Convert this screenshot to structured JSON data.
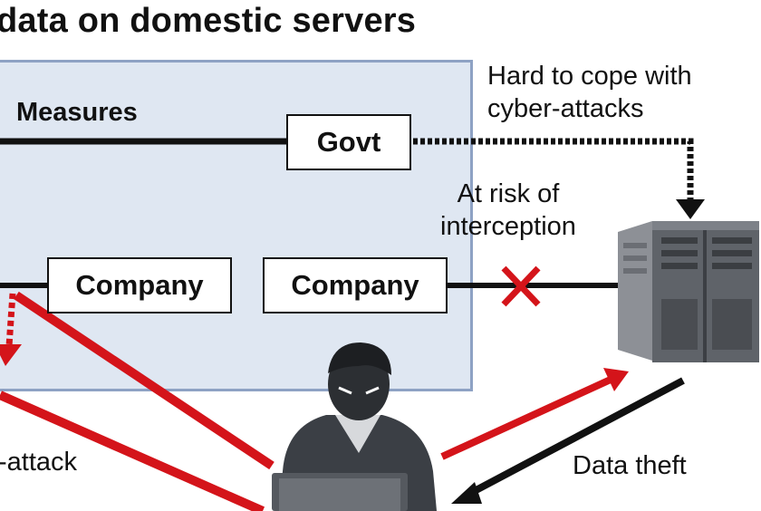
{
  "title": "data on domestic servers",
  "labels": {
    "measures": "Measures",
    "govt": "Govt",
    "company_1": "Company",
    "company_2": "Company",
    "hard_to_cope": [
      "Hard to cope with",
      "cyber-attacks"
    ],
    "at_risk": [
      "At risk of",
      "interception"
    ],
    "cyber_attack": "-attack",
    "data_theft": "Data theft"
  },
  "colors": {
    "panel_fill": "#dfe7f2",
    "panel_border": "#8ea2c4",
    "attack_red": "#d4141a",
    "line_black": "#111111"
  },
  "icons": [
    "server-icon",
    "hacker-icon",
    "block-x-icon"
  ]
}
